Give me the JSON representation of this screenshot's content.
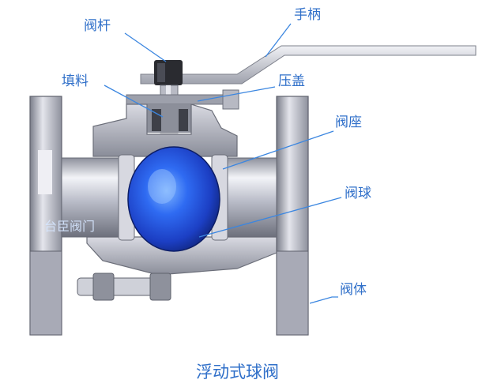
{
  "labels": {
    "stem": "阀杆",
    "handle": "手柄",
    "packing": "填料",
    "gland": "压盖",
    "seat": "阀座",
    "ball": "阀球",
    "body": "阀体"
  },
  "watermark": "台臣阀门",
  "caption": "浮动式球阀",
  "colors": {
    "label": "#2f6fc9",
    "leader": "#3b86e0",
    "ball": "#2f5bea",
    "metal_dark": "#6f7280",
    "metal_light": "#e7e8ee",
    "cut_face": "#c9cbd6"
  }
}
